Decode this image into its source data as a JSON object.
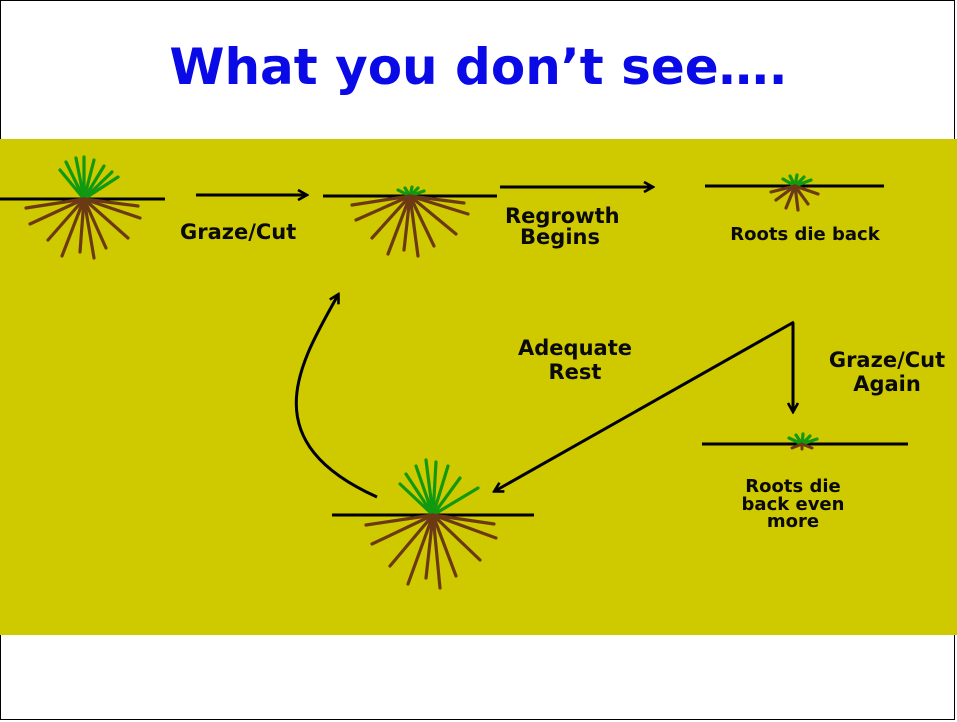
{
  "title": "What you don’t see….",
  "colors": {
    "title": "#0a0ae6",
    "background_band": "#cfc900",
    "grass": "#119911",
    "roots": "#6b3a14",
    "line": "#000000"
  },
  "labels": {
    "graze_cut_1": "Graze/Cut",
    "regrowth_begins": "Regrowth Begins",
    "roots_die_back": "Roots die back",
    "adequate_rest": "Adequate Rest",
    "graze_cut_again": "Graze/Cut Again",
    "roots_die_back_more": "Roots die back even more"
  },
  "diagram": {
    "nodes": [
      {
        "id": "full-plant",
        "icon": "plant-full-icon"
      },
      {
        "id": "grazed-plant",
        "icon": "plant-grazed-icon"
      },
      {
        "id": "roots-die-back",
        "icon": "plant-roots-reduced-icon"
      },
      {
        "id": "roots-die-back-more",
        "icon": "plant-roots-gone-icon"
      },
      {
        "id": "recovered-plant",
        "icon": "plant-full-icon"
      }
    ],
    "edges": [
      {
        "from": "full-plant",
        "to": "grazed-plant",
        "label": "Graze/Cut"
      },
      {
        "from": "grazed-plant",
        "to": "roots-die-back",
        "label": "Regrowth Begins"
      },
      {
        "from": "roots-die-back",
        "to": "roots-die-back-more",
        "label": "Graze/Cut Again"
      },
      {
        "from": "roots-die-back",
        "to": "recovered-plant",
        "label": "Adequate Rest"
      },
      {
        "from": "recovered-plant",
        "to": "grazed-plant",
        "label": ""
      }
    ]
  }
}
